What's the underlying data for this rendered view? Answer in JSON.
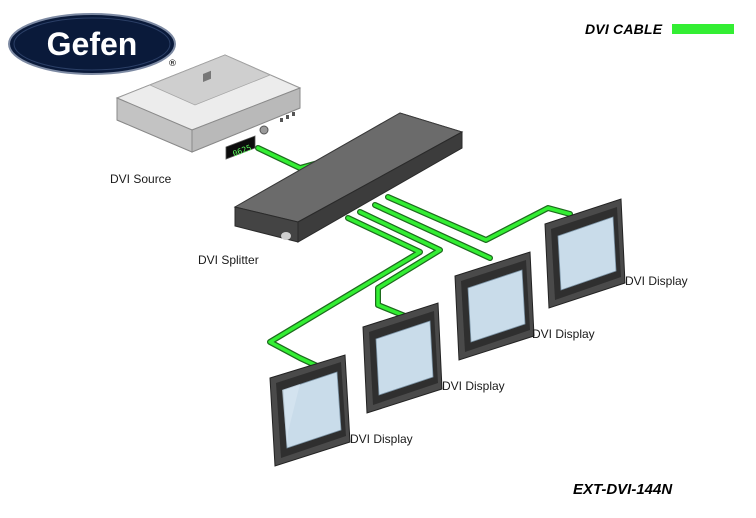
{
  "brand": {
    "logo_text": "Gefen",
    "registered_mark": "®"
  },
  "legend": {
    "label": "DVI CABLE",
    "cable_color": "#33ee33"
  },
  "model": "EXT-DVI-144N",
  "devices": {
    "source": {
      "label": "DVI Source",
      "display_text": "0625"
    },
    "splitter": {
      "label": "DVI Splitter"
    },
    "displays": [
      {
        "label": "DVI Display"
      },
      {
        "label": "DVI Display"
      },
      {
        "label": "DVI Display"
      },
      {
        "label": "DVI Display"
      }
    ]
  },
  "colors": {
    "cable": "#33ee33",
    "cable_outline": "#1d6b1d",
    "logo_bg": "#0a1a3a",
    "splitter": "#4a4a4a",
    "source": "#d6d6d6",
    "screen": "#c9dcea"
  }
}
